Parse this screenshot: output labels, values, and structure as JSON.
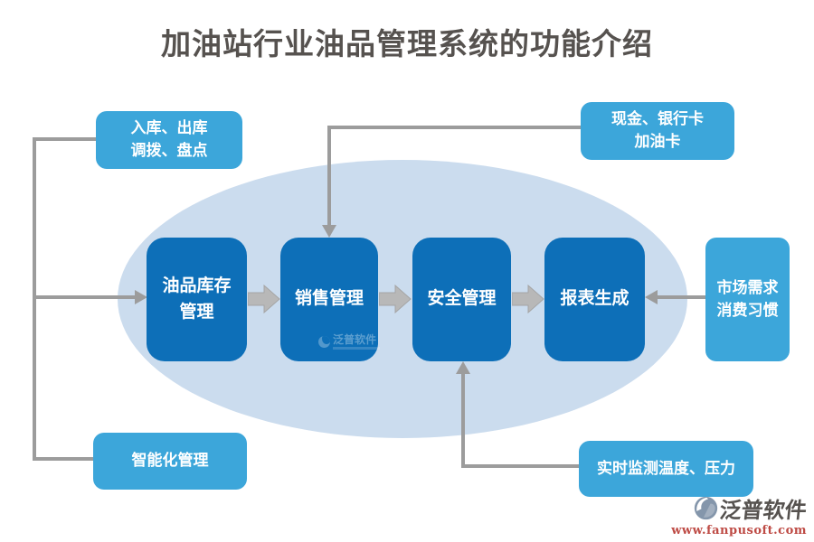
{
  "title": "加油站行业油品管理系统的功能介绍",
  "flow": {
    "steps": [
      {
        "label": "油品库存\n管理"
      },
      {
        "label": "销售管理"
      },
      {
        "label": "安全管理"
      },
      {
        "label": "报表生成"
      }
    ]
  },
  "factors": {
    "top_left": {
      "label": "入库、出库\n调拨、盘点"
    },
    "top_right": {
      "label": "现金、银行卡\n加油卡"
    },
    "right": {
      "label": "市场需求\n消费习惯"
    },
    "bottom_left": {
      "label": "智能化管理"
    },
    "bottom_right": {
      "label": "实时监测温度、压力"
    }
  },
  "watermark": {
    "brand": "泛普软件"
  },
  "footer": {
    "brand": "泛普软件",
    "url": "www.fanpusoft.com"
  },
  "colors": {
    "primary_box": "#0d6fb8",
    "secondary_box": "#3ca6da",
    "ellipse": "#cbdcee",
    "connector": "#9c9c9c",
    "block_arrow": "#b8b8b8",
    "title_text": "#56524f",
    "url_text": "#be4b45"
  }
}
